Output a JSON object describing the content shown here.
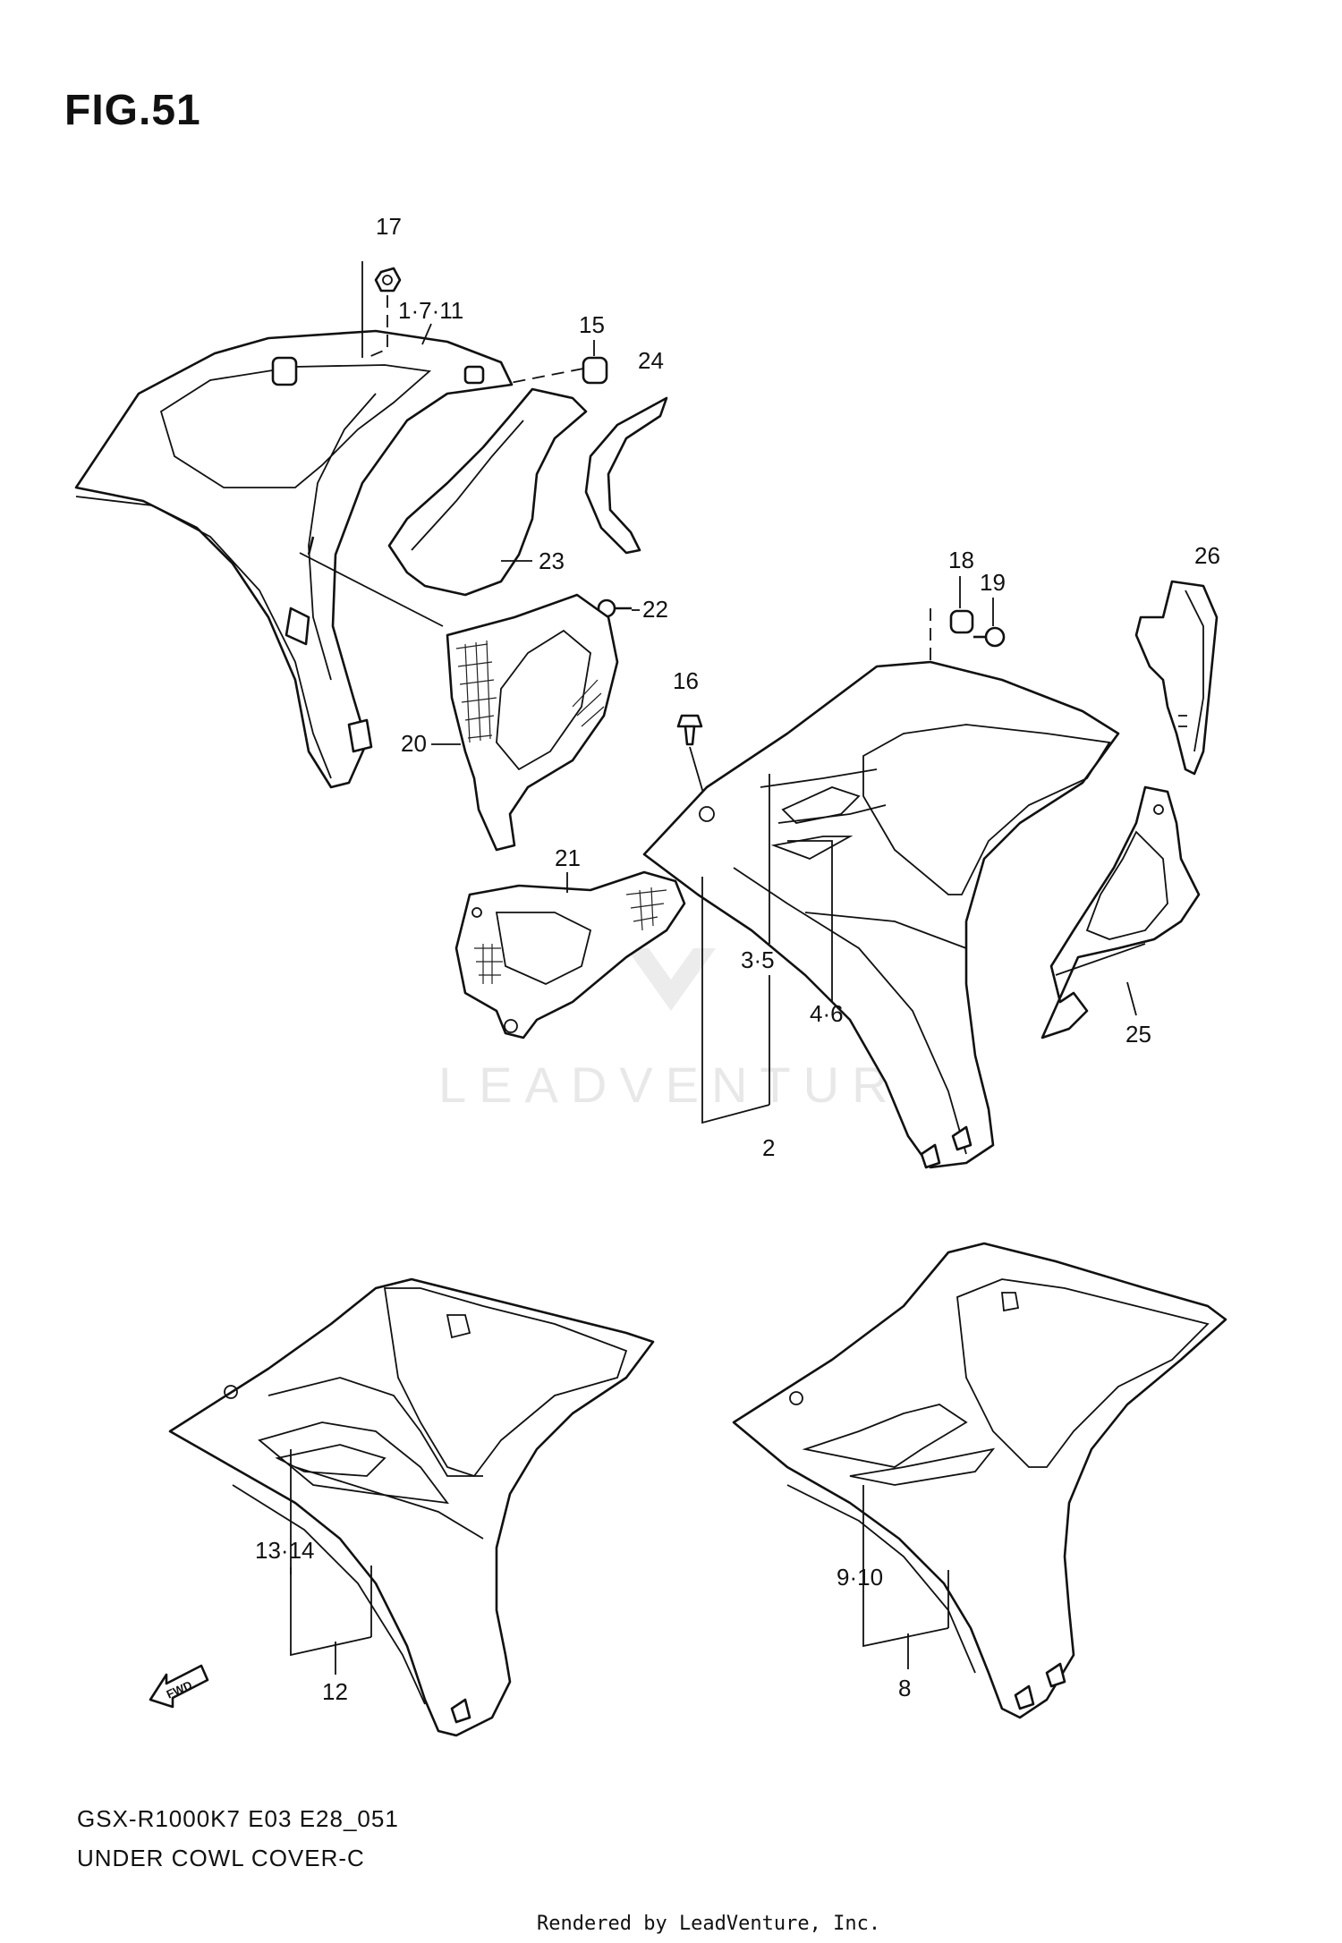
{
  "figure_title": "FIG.51",
  "callouts": {
    "p17": "17",
    "p1_7_11": "1·7·11",
    "p15": "15",
    "p24": "24",
    "p23": "23",
    "p22": "22",
    "p18": "18",
    "p19": "19",
    "p26": "26",
    "p16": "16",
    "p20": "20",
    "p21": "21",
    "p3_5": "3·5",
    "p4_6": "4·6",
    "p25": "25",
    "p2": "2",
    "p13_14": "13·14",
    "p12": "12",
    "p9_10": "9·10",
    "p8": "8"
  },
  "fwd_label": "FWD",
  "watermark": "LEADVENTURE",
  "footer": {
    "model_code": "GSX-R1000K7 E03 E28_051",
    "section_name": "UNDER COWL COVER-C",
    "rendered_by": "Rendered by LeadVenture, Inc."
  }
}
